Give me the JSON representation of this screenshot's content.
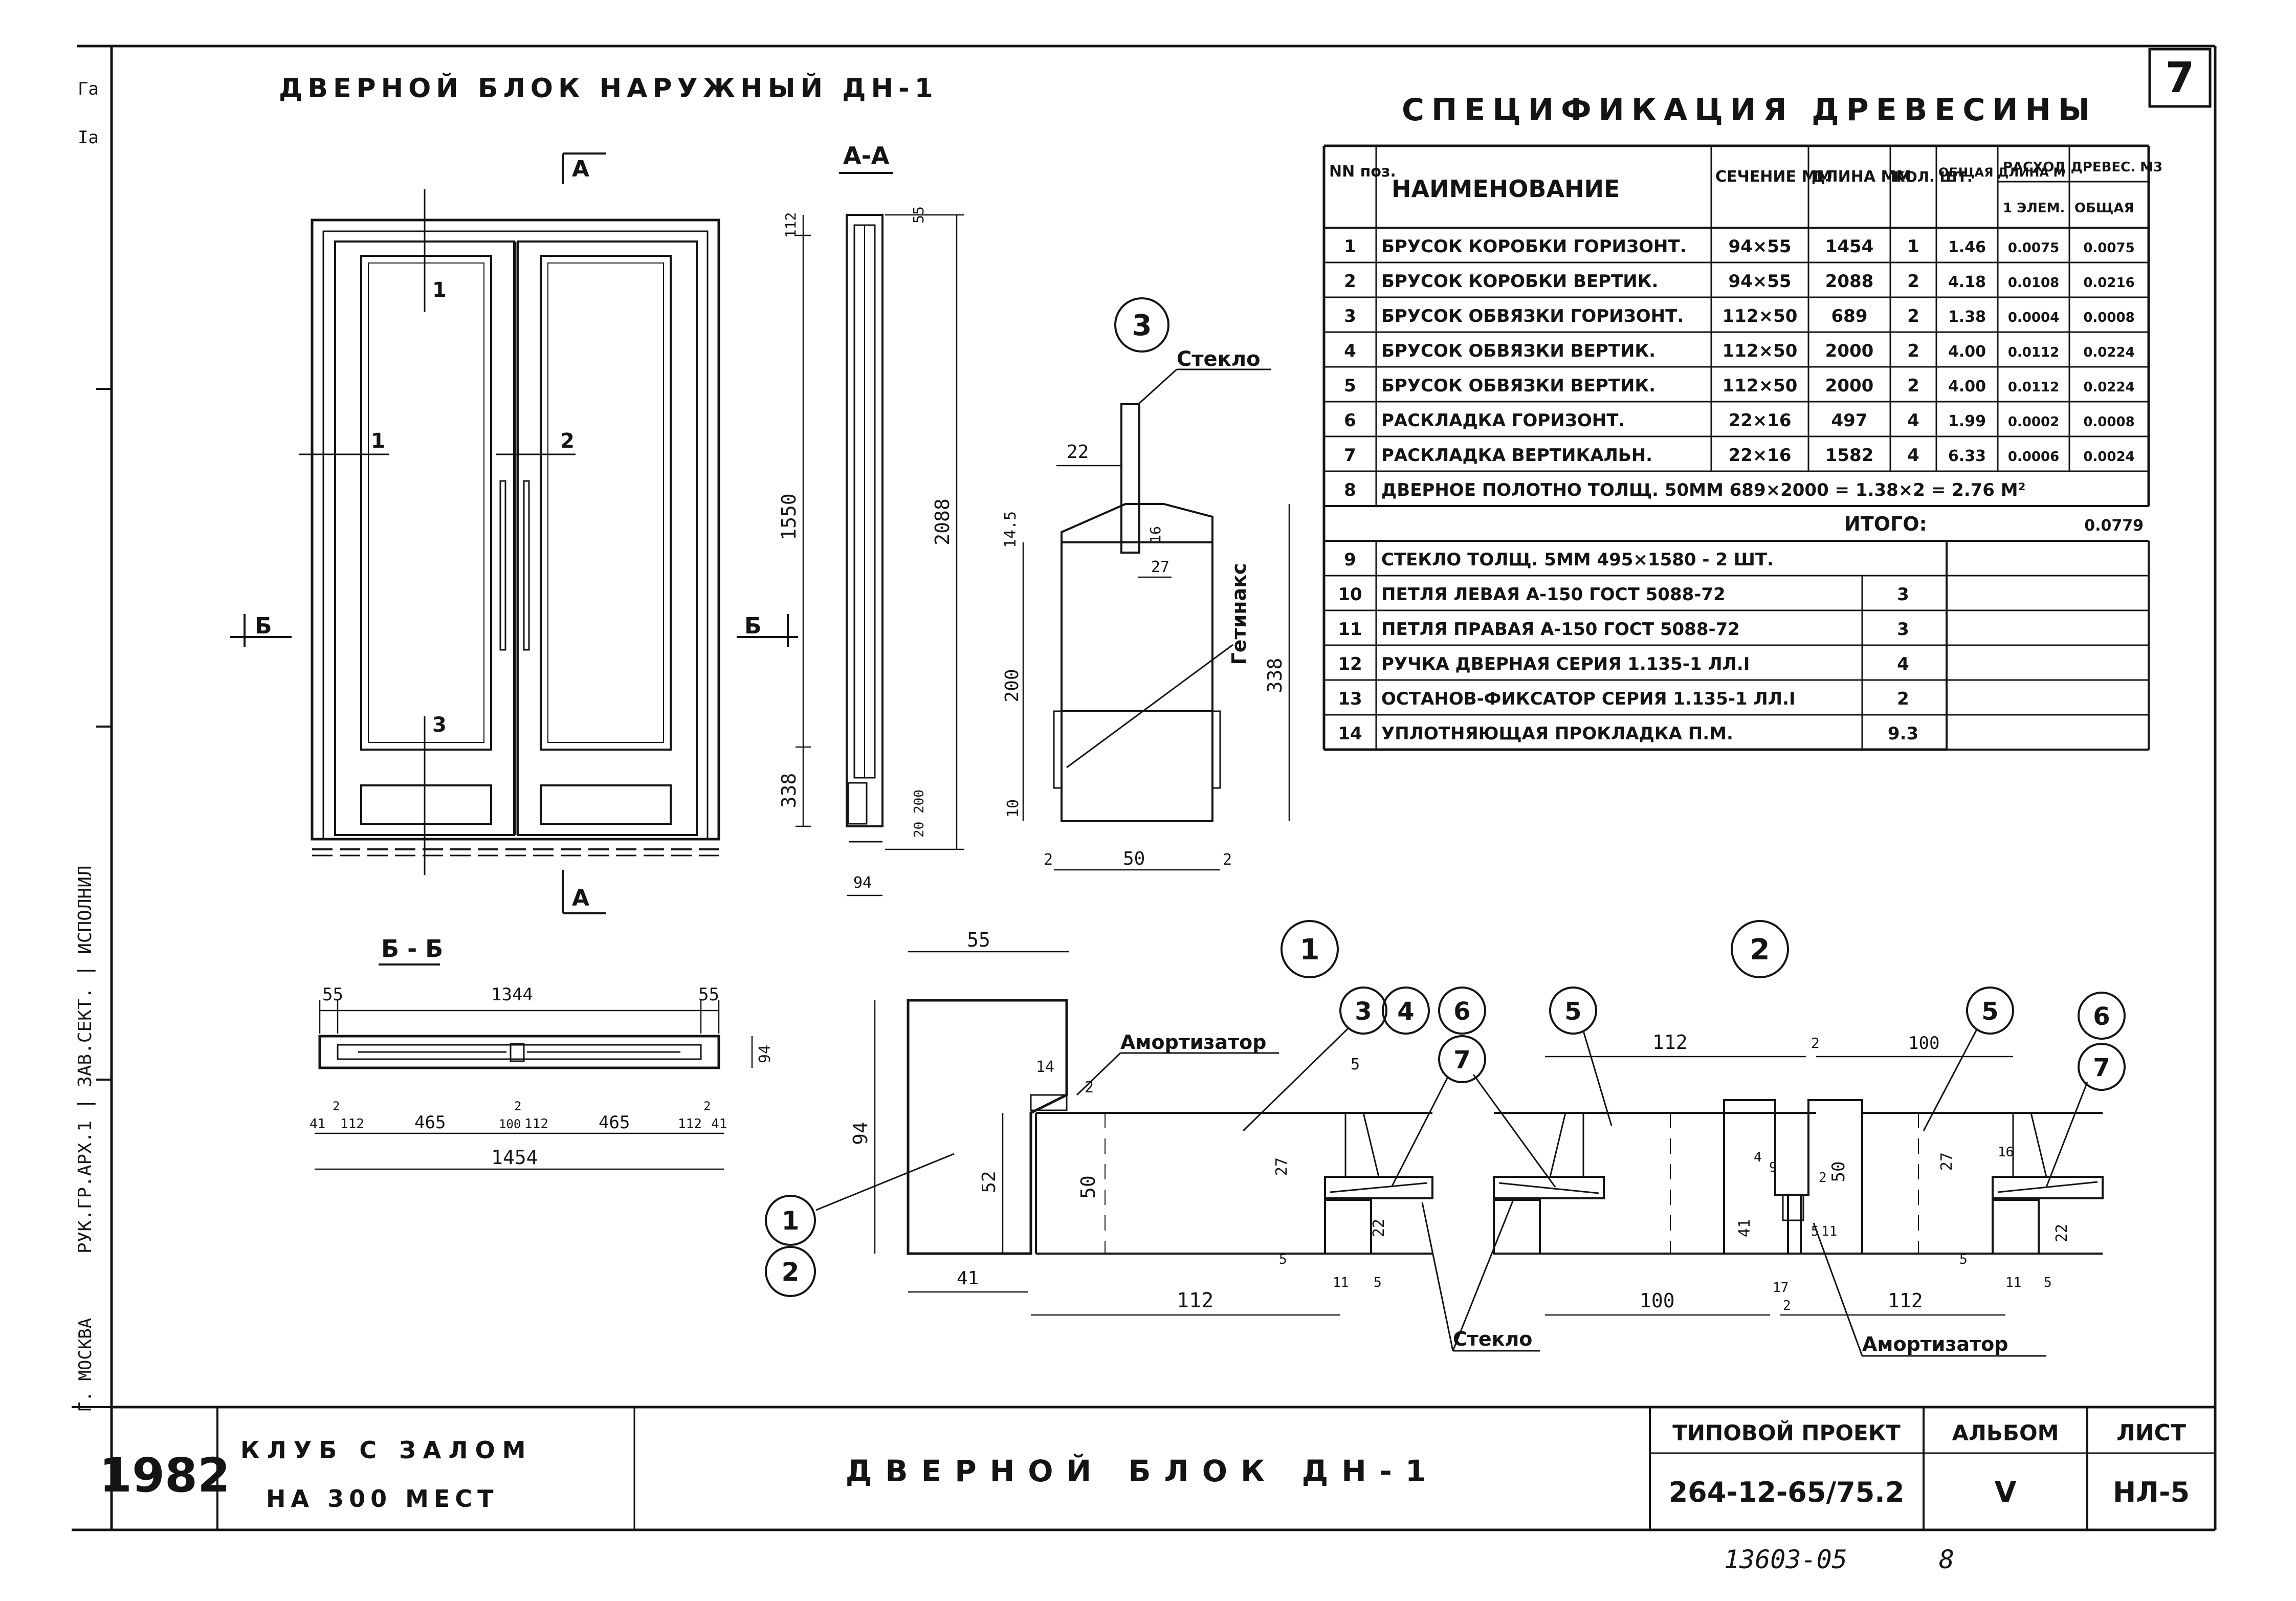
{
  "sheet_number": "7",
  "left_margin_text": "РУК.ГР.АРХ.1 | ЗАВ.СЕКТ. | ИСПОЛНИЛ",
  "left_city": "Г. МОСКВА",
  "left_corner_marks": [
    "Га",
    "Iа"
  ],
  "door_title": "ДВЕРНОЙ БЛОК НАРУЖНЫЙ ДН-1",
  "section_aa_label": "А-А",
  "section_bb_label": "Б - Б",
  "cut_labels": {
    "a": "А",
    "b": "Б"
  },
  "door_numbers": [
    "1",
    "1",
    "2",
    "3"
  ],
  "elevation_dims": {
    "height": "2088",
    "upper": "1550",
    "lower": "338",
    "top": "55",
    "top2": "112",
    "bottom_small": "20 200",
    "depth": "94"
  },
  "bb_dims": {
    "top": [
      "55",
      "1344",
      "55"
    ],
    "bottom": [
      "41",
      "2",
      "112",
      "465",
      "100",
      "2",
      "112",
      "465",
      "112",
      "2",
      "41"
    ],
    "total": "1454",
    "depth": "94"
  },
  "callout3_dims": {
    "label": "3",
    "glass_label": "Стекло",
    "width_22": "22",
    "h_14_5": "14.5",
    "d_16": "16",
    "d_27": "27",
    "h_200": "200",
    "h_10": "10",
    "w_50": "50",
    "d_2a": "2",
    "d_2b": "2",
    "total_338": "338",
    "getinax": "Гетинакс"
  },
  "spec": {
    "title": "СПЕЦИФИКАЦИЯ ДРЕВЕСИНЫ",
    "headers": {
      "num": "NN поз.",
      "name": "НАИМЕНОВАНИЕ",
      "section": "СЕЧЕНИЕ ММ",
      "length": "ДЛИНА ММ",
      "qty": "КОЛ. ШТ.",
      "total_length": "ОБЩАЯ ДЛИНА М",
      "usage": "РАСХОД ДРЕВЕС. М3",
      "per_el": "1 ЭЛЕМ.",
      "total": "ОБЩАЯ"
    },
    "rows": [
      {
        "n": "1",
        "name": "БРУСОК КОРОБКИ ГОРИЗОНТ.",
        "section": "94×55",
        "length": "1454",
        "qty": "1",
        "tl": "1.46",
        "per": "0.0075",
        "total": "0.0075"
      },
      {
        "n": "2",
        "name": "БРУСОК КОРОБКИ ВЕРТИК.",
        "section": "94×55",
        "length": "2088",
        "qty": "2",
        "tl": "4.18",
        "per": "0.0108",
        "total": "0.0216"
      },
      {
        "n": "3",
        "name": "БРУСОК ОБВЯЗКИ ГОРИЗОНТ.",
        "section": "112×50",
        "length": "689",
        "qty": "2",
        "tl": "1.38",
        "per": "0.0004",
        "total": "0.0008"
      },
      {
        "n": "4",
        "name": "БРУСОК ОБВЯЗКИ ВЕРТИК.",
        "section": "112×50",
        "length": "2000",
        "qty": "2",
        "tl": "4.00",
        "per": "0.0112",
        "total": "0.0224"
      },
      {
        "n": "5",
        "name": "БРУСОК ОБВЯЗКИ ВЕРТИК.",
        "section": "112×50",
        "length": "2000",
        "qty": "2",
        "tl": "4.00",
        "per": "0.0112",
        "total": "0.0224"
      },
      {
        "n": "6",
        "name": "РАСКЛАДКА ГОРИЗОНТ.",
        "section": "22×16",
        "length": "497",
        "qty": "4",
        "tl": "1.99",
        "per": "0.0002",
        "total": "0.0008"
      },
      {
        "n": "7",
        "name": "РАСКЛАДКА ВЕРТИКАЛЬН.",
        "section": "22×16",
        "length": "1582",
        "qty": "4",
        "tl": "6.33",
        "per": "0.0006",
        "total": "0.0024"
      }
    ],
    "row8": {
      "n": "8",
      "text": "ДВЕРНОЕ ПОЛОТНО ТОЛЩ. 50ММ 689×2000 = 1.38×2 = 2.76 М²"
    },
    "itogo": {
      "label": "ИТОГО:",
      "value": "0.0779"
    },
    "rows_b": [
      {
        "n": "9",
        "name": "СТЕКЛО ТОЛЩ. 5ММ 495×1580 - 2 ШТ.",
        "qty": ""
      },
      {
        "n": "10",
        "name": "ПЕТЛЯ ЛЕВАЯ А-150 ГОСТ 5088-72",
        "qty": "3"
      },
      {
        "n": "11",
        "name": "ПЕТЛЯ ПРАВАЯ А-150 ГОСТ 5088-72",
        "qty": "3"
      },
      {
        "n": "12",
        "name": "РУЧКА ДВЕРНАЯ СЕРИЯ 1.135-1 ЛЛ.I",
        "qty": "4"
      },
      {
        "n": "13",
        "name": "ОСТАНОВ-ФИКСАТОР СЕРИЯ 1.135-1 ЛЛ.I",
        "qty": "2"
      },
      {
        "n": "14",
        "name": "УПЛОТНЯЮЩАЯ ПРОКЛАДКА П.М.",
        "qty": "9.3"
      }
    ]
  },
  "detail1": {
    "circle": "1",
    "circles_left": [
      "1",
      "2"
    ],
    "circles_mid": [
      "3",
      "4",
      "6",
      "7"
    ],
    "label_amort": "Амортизатор",
    "dims": {
      "d55": "55",
      "d14": "14",
      "d2": "2",
      "d94": "94",
      "d52": "52",
      "d50": "50",
      "d41": "41",
      "d112": "112",
      "d5a": "5",
      "d27": "27",
      "d22": "22",
      "d5b": "5",
      "d11": "11",
      "d5c": "5"
    }
  },
  "detail2": {
    "circle": "2",
    "circles": [
      "5",
      "5",
      "6",
      "7"
    ],
    "label_glass": "Стекло",
    "label_amort": "Амортизатор",
    "dims": {
      "d112": "112",
      "d2": "2",
      "d100top": "100",
      "d4": "4",
      "d9": "9",
      "d2b": "2",
      "d50": "50",
      "d41": "41",
      "d5": "5",
      "d11": "11",
      "d100": "100",
      "d112b": "112",
      "d17": "17",
      "d2c": "2",
      "d27": "27",
      "d16": "16",
      "d22": "22",
      "d5b": "5",
      "d11b": "11",
      "d5c": "5"
    }
  },
  "titleblock": {
    "year": "1982",
    "client_line1": "КЛУБ С ЗАЛОМ",
    "client_line2": "НА 300 МЕСТ",
    "drawing_title": "ДВЕРНОЙ БЛОК ДН-1",
    "project_label": "ТИПОВОЙ ПРОЕКТ",
    "project_number": "264-12-65/75.2",
    "album_label": "АЛЬБОМ",
    "album_value": "V",
    "sheet_label": "ЛИСТ",
    "sheet_value": "НЛ-5"
  },
  "footer_code": "13603-05",
  "footer_page": "8"
}
